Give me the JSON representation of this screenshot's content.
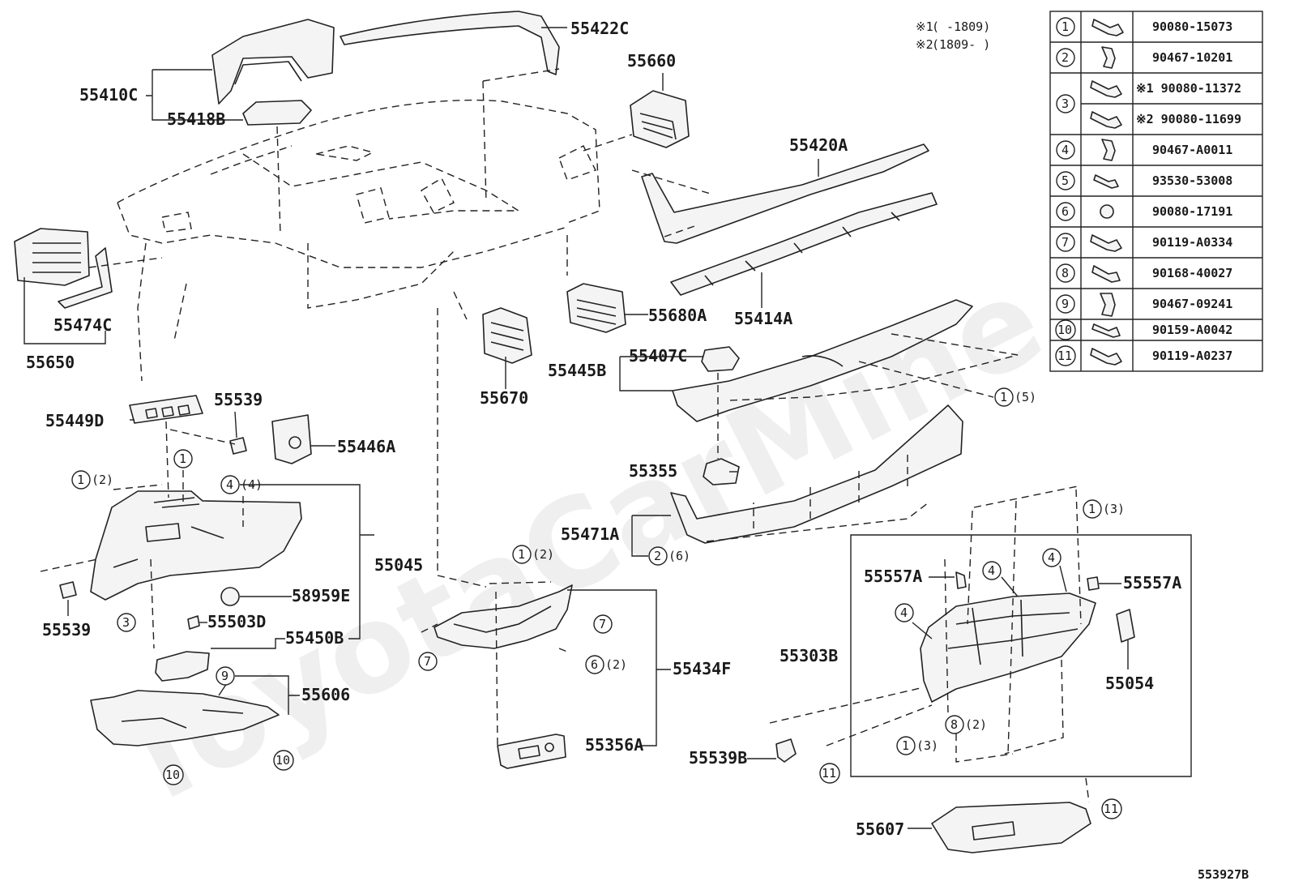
{
  "watermark": "ToyotaCarMine",
  "diagram_id": "553927B",
  "notes": {
    "n1_mark": "※1",
    "n1_range": "(     -1809)",
    "n2_mark": "※2",
    "n2_range": "(1809-     )"
  },
  "parts": {
    "p55422C": "55422C",
    "p55410C": "55410C",
    "p55418B": "55418B",
    "p55660": "55660",
    "p55420A": "55420A",
    "p55414A": "55414A",
    "p55680A": "55680A",
    "p55474C": "55474C",
    "p55650": "55650",
    "p55670": "55670",
    "p55445B": "55445B",
    "p55407C": "55407C",
    "p55449D": "55449D",
    "p55539a": "55539",
    "p55446A": "55446A",
    "p55045": "55045",
    "p58959E": "58959E",
    "p55539b": "55539",
    "p55503D": "55503D",
    "p55450B": "55450B",
    "p55606": "55606",
    "p55355": "55355",
    "p55471A": "55471A",
    "p55434F": "55434F",
    "p55356A": "55356A",
    "p55303B": "55303B",
    "p55557Aa": "55557A",
    "p55557Ab": "55557A",
    "p55054": "55054",
    "p55539B": "55539B",
    "p55607": "55607"
  },
  "callouts": {
    "c1_5": "(5)",
    "c1_2a": "(2)",
    "c4_4": "(4)",
    "c1_2b": "(2)",
    "c6_2": "(2)",
    "c2_6": "(6)",
    "c1_3a": "(3)",
    "c8_2": "(2)",
    "c1_3b": "(3)"
  },
  "fastener_table": {
    "rows": [
      {
        "no": "1",
        "part": "90080-15073"
      },
      {
        "no": "2",
        "part": "90467-10201"
      },
      {
        "no": "3",
        "part_a": "※1 90080-11372",
        "part_b": "※2 90080-11699"
      },
      {
        "no": "4",
        "part": "90467-A0011"
      },
      {
        "no": "5",
        "part": "93530-53008"
      },
      {
        "no": "6",
        "part": "90080-17191"
      },
      {
        "no": "7",
        "part": "90119-A0334"
      },
      {
        "no": "8",
        "part": "90168-40027"
      },
      {
        "no": "9",
        "part": "90467-09241"
      },
      {
        "no": "10",
        "part": "90159-A0042"
      },
      {
        "no": "11",
        "part": "90119-A0237"
      }
    ]
  }
}
